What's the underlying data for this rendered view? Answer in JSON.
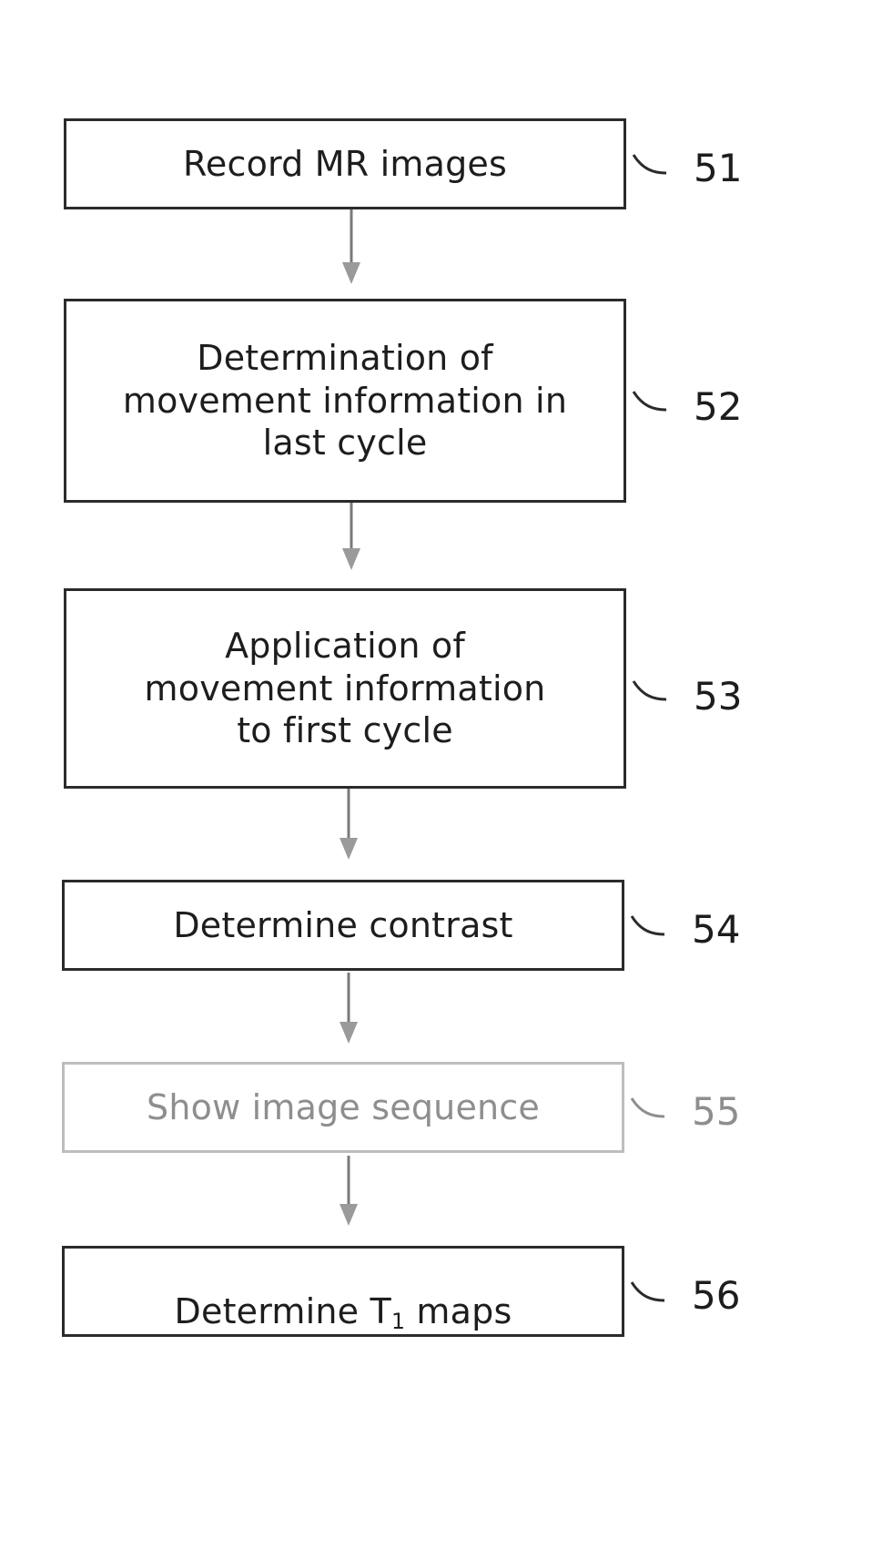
{
  "figure": {
    "type": "flowchart",
    "orientation": "vertical",
    "steps": [
      {
        "ref": "51",
        "label": "Record MR images",
        "faded": false
      },
      {
        "ref": "52",
        "label": "Determination of\nmovement information in\nlast cycle",
        "faded": false
      },
      {
        "ref": "53",
        "label": "Application of\nmovement information\nto first cycle",
        "faded": false
      },
      {
        "ref": "54",
        "label": "Determine contrast",
        "faded": false
      },
      {
        "ref": "55",
        "label": "Show image sequence",
        "faded": true
      },
      {
        "ref": "56",
        "label_pre": "Determine T",
        "label_sub": "1",
        "label_post": " maps",
        "faded": false
      }
    ],
    "colors": {
      "box_border": "#2b2b2b",
      "box_border_faded": "#bdbdbd",
      "text": "#1d1d1d",
      "text_faded": "#8e8e8e",
      "arrow": "#7a7a7a",
      "background": "#ffffff"
    }
  }
}
